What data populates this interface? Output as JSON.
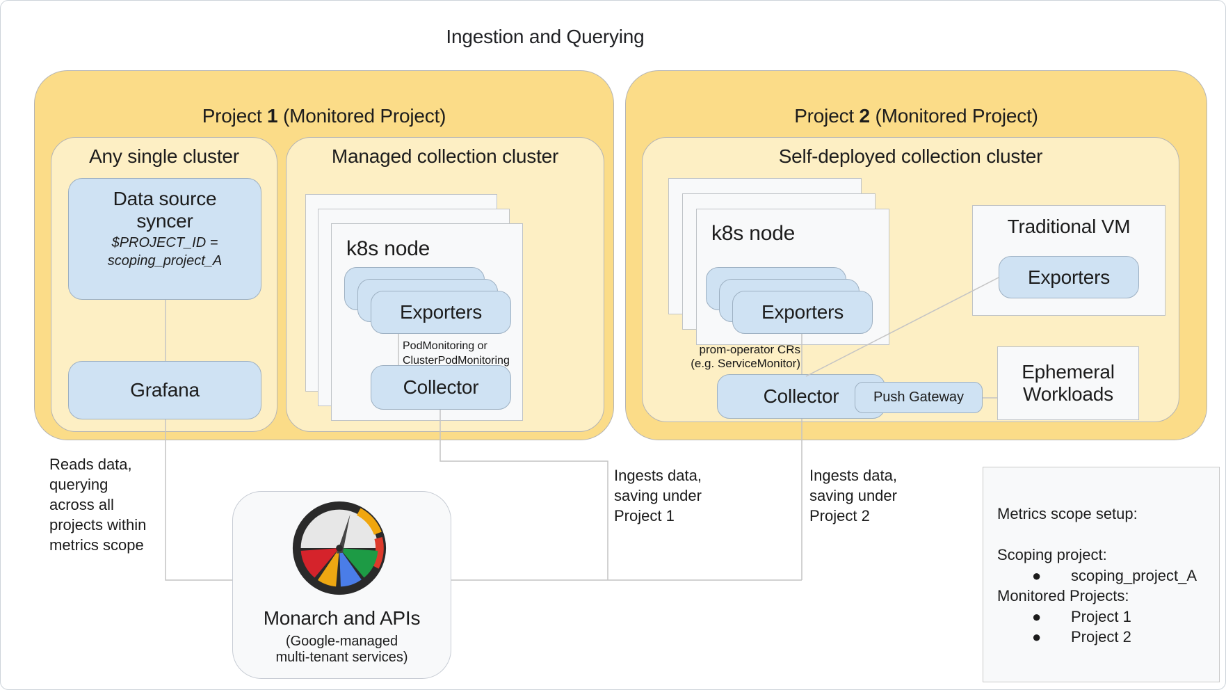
{
  "title": "Ingestion and Querying",
  "colors": {
    "project_fill": "#fbdc88",
    "cluster_fill": "#fdefc4",
    "blue_fill": "#cfe2f3",
    "card_fill": "#f8f9fa",
    "connector": "#c4c4c4",
    "gauge_red": "#dd3a2b",
    "gauge_yellow": "#f0a60e",
    "gauge_blue": "#4a7de8",
    "gauge_green": "#1d9b45"
  },
  "project1": {
    "label_prefix": "Project ",
    "label_number": "1",
    "label_suffix": " (Monitored Project)",
    "any_single_cluster": {
      "label": "Any single cluster",
      "data_source_syncer": {
        "line1": "Data source",
        "line2": "syncer",
        "sub1": "$PROJECT_ID =",
        "sub2": "scoping_project_A"
      },
      "grafana": "Grafana"
    },
    "managed_cluster": {
      "label": "Managed collection cluster",
      "k8s_node": "k8s node",
      "exporters": "Exporters",
      "pod_monitoring_line1": "PodMonitoring or",
      "pod_monitoring_line2": "ClusterPodMonitoring",
      "collector": "Collector"
    }
  },
  "project2": {
    "label_prefix": "Project ",
    "label_number": "2",
    "label_suffix": " (Monitored Project)",
    "self_deployed_cluster": {
      "label": "Self-deployed collection cluster",
      "k8s_node": "k8s node",
      "exporters": "Exporters",
      "prom_operator_line1": "prom-operator CRs",
      "prom_operator_line2": "(e.g. ServiceMonitor)",
      "collector": "Collector",
      "push_gateway": "Push Gateway"
    },
    "traditional_vm": {
      "label": "Traditional VM",
      "exporters": "Exporters"
    },
    "ephemeral_workloads": {
      "line1": "Ephemeral",
      "line2": "Workloads"
    }
  },
  "monarch": {
    "title": "Monarch and APIs",
    "sub1": "(Google-managed",
    "sub2": "multi-tenant services)"
  },
  "annotations": {
    "reads": [
      "Reads data,",
      "querying",
      "across all",
      "projects within",
      "metrics scope"
    ],
    "ingest1": [
      "Ingests data,",
      "saving under",
      "Project 1"
    ],
    "ingest2": [
      "Ingests data,",
      "saving under",
      "Project 2"
    ]
  },
  "metrics_scope": {
    "title": "Metrics scope setup:",
    "scoping_label": "Scoping project:",
    "scoping_item": "scoping_project_A",
    "monitored_label": "Monitored Projects:",
    "monitored_items": [
      "Project 1",
      "Project 2"
    ],
    "bullet": "●"
  }
}
